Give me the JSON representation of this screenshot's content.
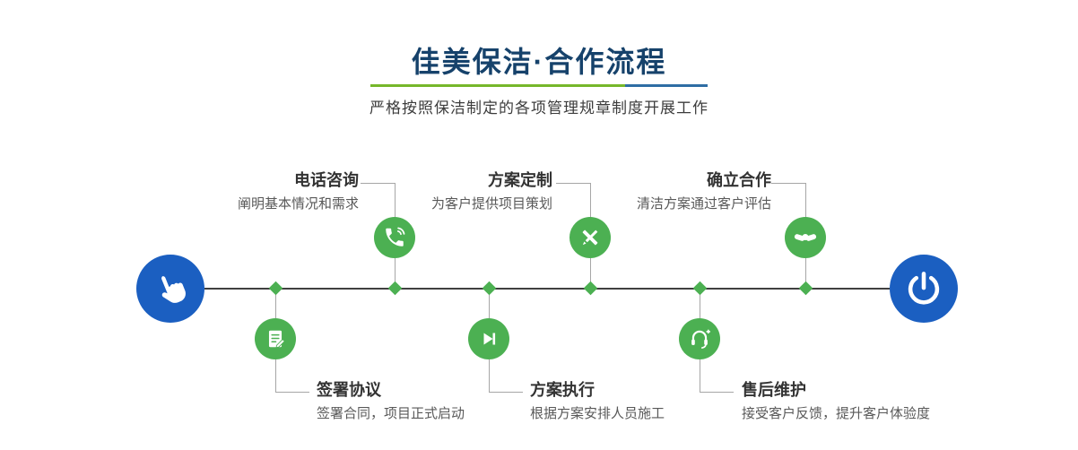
{
  "header": {
    "title": "佳美保洁·合作流程",
    "subtitle": "严格按照保洁制定的各项管理规章制度开展工作"
  },
  "timeline": {
    "start_icon": "hand-pointer-icon",
    "end_icon": "power-icon",
    "steps_top": [
      {
        "title": "电话咨询",
        "desc": "阐明基本情况和需求",
        "icon": "phone-icon"
      },
      {
        "title": "方案定制",
        "desc": "为客户提供项目策划",
        "icon": "design-tools-icon"
      },
      {
        "title": "确立合作",
        "desc": "清洁方案通过客户评估",
        "icon": "handshake-icon"
      }
    ],
    "steps_bottom": [
      {
        "title": "签署协议",
        "desc": "签署合同，项目正式启动",
        "icon": "contract-icon"
      },
      {
        "title": "方案执行",
        "desc": "根据方案安排人员施工",
        "icon": "play-icon"
      },
      {
        "title": "售后维护",
        "desc": "接受客户反馈，提升客户体验度",
        "icon": "headset-icon"
      }
    ],
    "colors": {
      "accent_green": "#4cb052",
      "accent_blue": "#1b5fc1",
      "title_navy": "#16426b",
      "divider_green": "#76b72a",
      "divider_blue": "#2e6da4",
      "line": "#404040"
    }
  }
}
